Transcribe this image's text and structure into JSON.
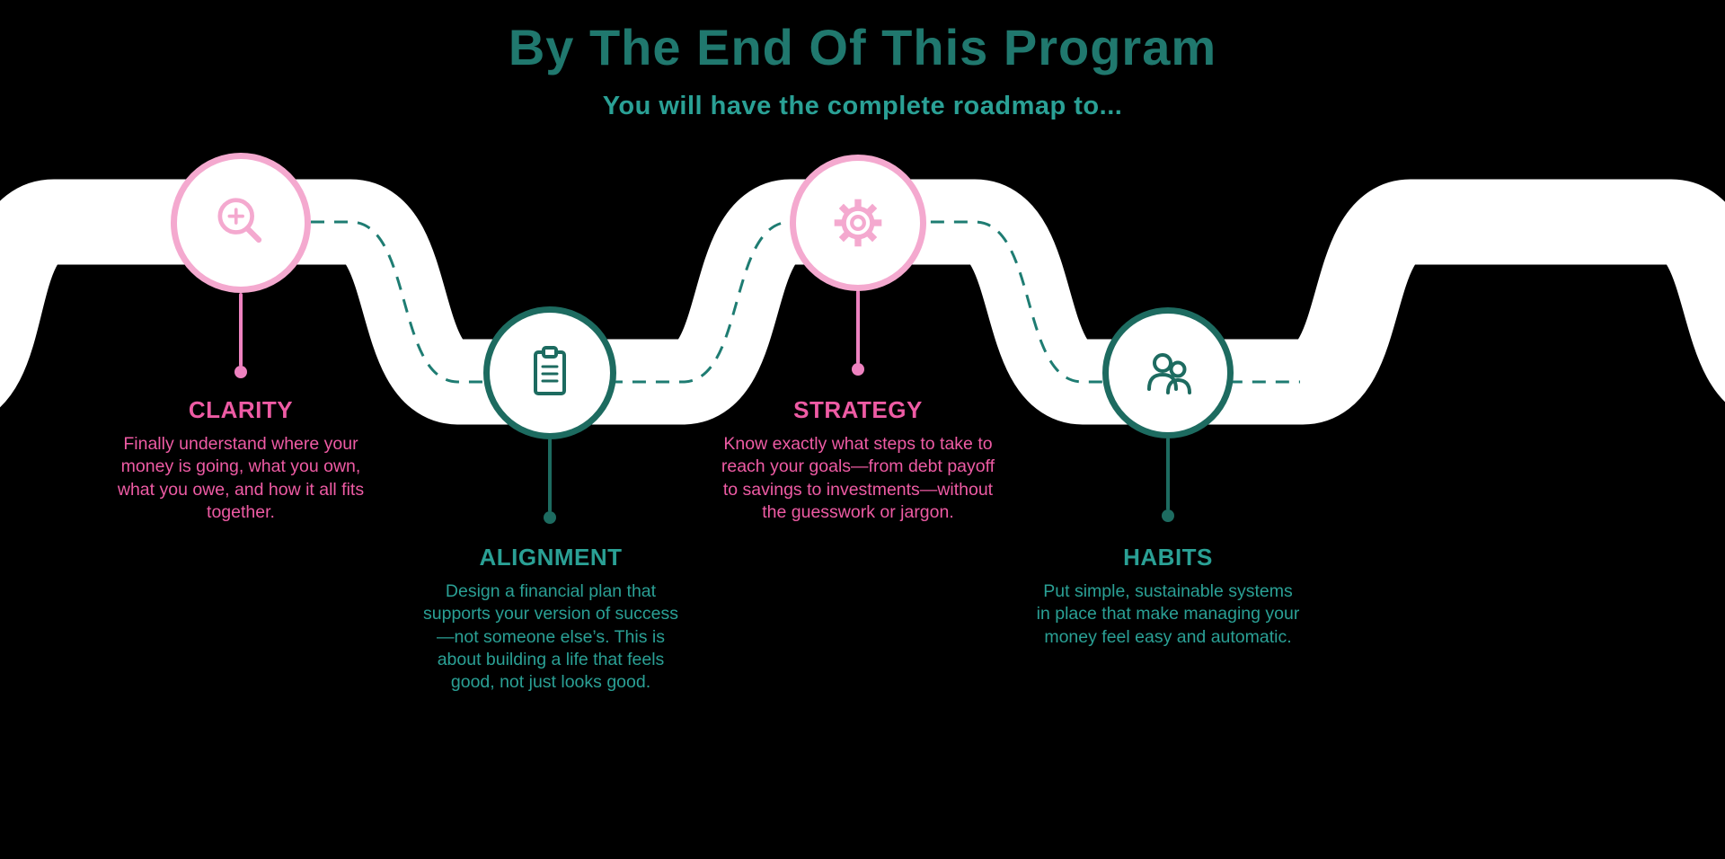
{
  "page": {
    "title": "By The End Of This Program",
    "subtitle": "You will have the complete roadmap to..."
  },
  "colors": {
    "background": "#000000",
    "road": "#ffffff",
    "dash": "#1e7c72",
    "teal-dark": "#1d6b60",
    "teal-text": "#2aa095",
    "teal-title": "#20786e",
    "pink-light": "#f4a9cf",
    "pink-strong": "#ee5ba4",
    "pink-stem": "#ee82c0"
  },
  "milestones": [
    {
      "id": "clarity",
      "heading": "CLARITY",
      "body": "Finally understand where your money is going, what you own, what you owe, and how it all fits together.",
      "icon": "magnifier-icon",
      "theme": "pink"
    },
    {
      "id": "alignment",
      "heading": "ALIGNMENT",
      "body": "Design a financial plan that supports your version of success—not someone else’s. This is about building a life that feels good, not just looks good.",
      "icon": "clipboard-icon",
      "theme": "teal"
    },
    {
      "id": "strategy",
      "heading": "STRATEGY",
      "body": "Know exactly what steps to take to reach your goals—from debt payoff to savings to investments—without the guesswork or jargon.",
      "icon": "gear-icon",
      "theme": "pink"
    },
    {
      "id": "habits",
      "heading": "HABITS",
      "body": "Put simple, sustainable systems in place that make managing your money feel easy and automatic.",
      "icon": "people-icon",
      "theme": "teal"
    }
  ]
}
